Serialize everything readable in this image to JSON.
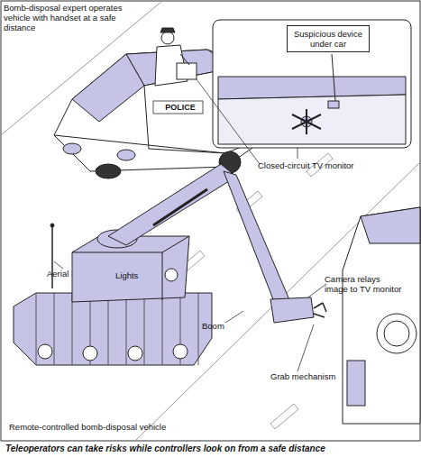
{
  "diagram": {
    "caption": "Teleoperators can take risks while controllers look on from a safe distance",
    "nodes": [
      {
        "text": [
          "Suspicious device under car"
        ]
      }
    ],
    "labels": [
      "Bomb-disposal expert operates vehicle with handset at a safe distance",
      "POLICE",
      "Closed-circuit TV monitor",
      "Aerial",
      "Lights",
      "Camera relays image to TV monitor",
      "Boom",
      "Grab mechanism",
      "Remote-controlled bomb-disposal vehicle"
    ]
  }
}
